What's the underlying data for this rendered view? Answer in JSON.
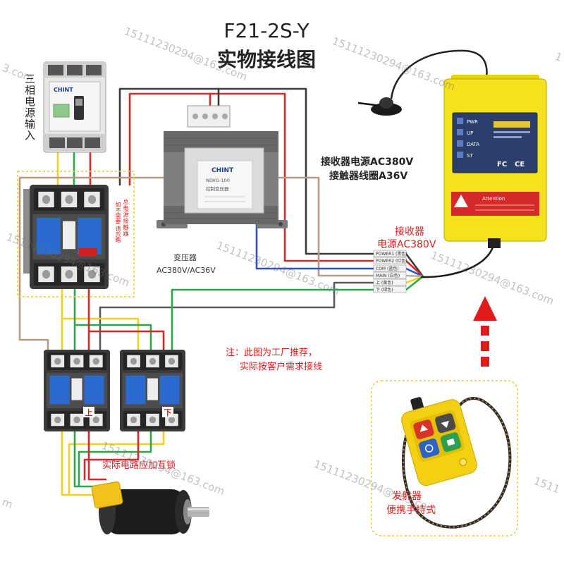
{
  "title": {
    "model": "F21-2S-Y",
    "subtitle": "实物接线图"
  },
  "power_input": "三相电源输入",
  "main_contactor": {
    "name": "总电源接触器",
    "note": "如不需要 请忽略"
  },
  "breaker": {
    "brand": "CHINT"
  },
  "transformer": {
    "brand": "CHINT",
    "model": "NDKG-100",
    "type": "控制变压器",
    "name": "变压器",
    "ratio": "AC380V/AC36V"
  },
  "receiver": {
    "supply_label": "接收器电源AC380V",
    "coil_label": "接触器线圈A36V",
    "title": "接收器",
    "voltage": "电源AC380V",
    "indicators": [
      "PWR",
      "UP",
      "DATA",
      "ST"
    ],
    "marks": [
      "FC",
      "CE"
    ],
    "warning": "Attention"
  },
  "terminals": [
    "POWER1 (黑色)",
    "POWER2 (红色)",
    "COM (蓝色)",
    "MAIN (白色)",
    "上 (黄色)",
    "下 (绿色)"
  ],
  "contactors": {
    "up": "上",
    "down": "下"
  },
  "notes": {
    "line1": "注：此图为工厂推荐，",
    "line2": "实际按客户需求接线",
    "interlock": "实际电路应加互锁"
  },
  "transmitter": {
    "name": "发射器",
    "type": "便携手持式"
  },
  "watermark": {
    "text": "15111230294@163.com",
    "partials": [
      "3.com",
      "1",
      "m",
      "1511"
    ]
  },
  "colors": {
    "wire_red": "#d8282a",
    "wire_yellow": "#f2d21b",
    "wire_green": "#2aa84a",
    "wire_blue": "#3050c8",
    "wire_dark": "#3a3a3a",
    "note_red": "#d81e1e",
    "receiver_yellow": "#f6e21a",
    "panel_blue": "#2c3f6c"
  }
}
